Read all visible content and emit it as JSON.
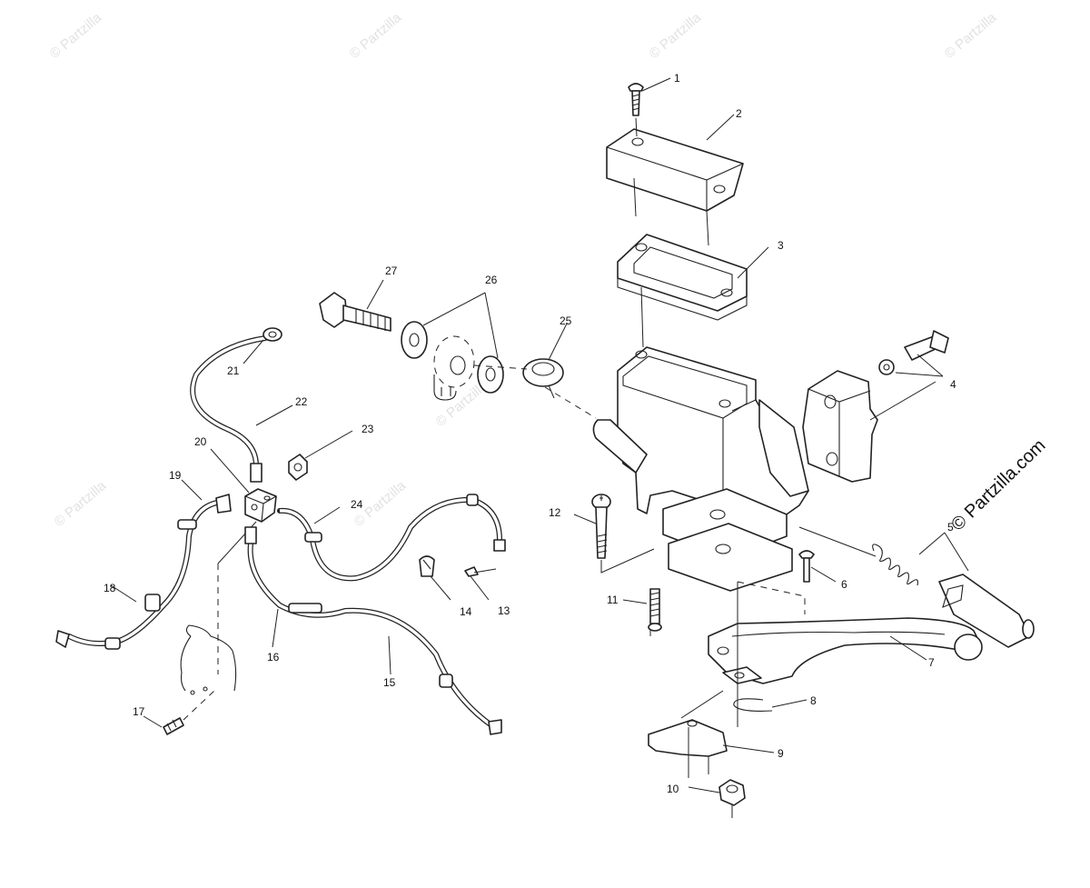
{
  "watermark": {
    "text": "© Partzilla",
    "brand_text": "© Partzilla.com",
    "color": "#e2e2e2"
  },
  "callouts": [
    "1",
    "2",
    "3",
    "4",
    "5",
    "6",
    "7",
    "8",
    "9",
    "10",
    "11",
    "12",
    "13",
    "14",
    "15",
    "16",
    "17",
    "18",
    "19",
    "20",
    "21",
    "22",
    "23",
    "24",
    "25",
    "26",
    "27"
  ],
  "colors": {
    "line": "#222222",
    "background": "#ffffff"
  }
}
